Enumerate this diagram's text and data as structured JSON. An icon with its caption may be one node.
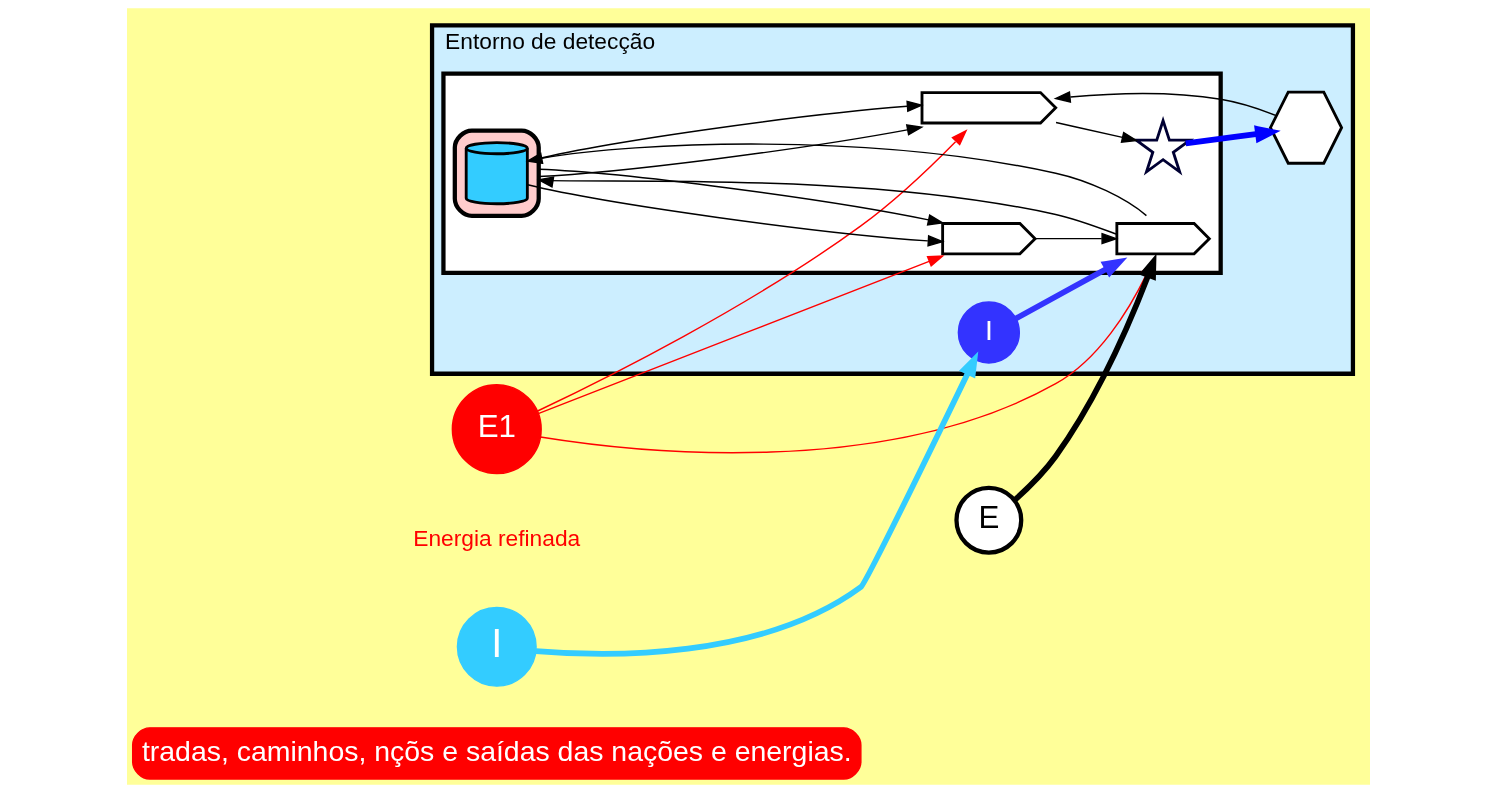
{
  "diagram": {
    "nodes": [
      {
        "text": [
          "tradas, caminhos, nçõs e saídas das nações e energias."
        ]
      },
      {
        "text": [
          "E1"
        ],
        "beside": [
          "Energia refinada"
        ]
      },
      {
        "text": [
          "I"
        ]
      },
      {
        "text": [
          "E"
        ]
      },
      {
        "text": [
          "Entorno de detecção"
        ]
      },
      {
        "text": [
          "I"
        ],
        "in": 4
      },
      {
        "text": [],
        "shape": "hexagon",
        "in": 4
      },
      {
        "text": [],
        "shape": "chevron",
        "in": 6
      },
      {
        "text": [],
        "shape": "chevron",
        "in": 6
      },
      {
        "text": [],
        "shape": "cylinder",
        "in": 6
      },
      {
        "text": [],
        "shape": "cylinder",
        "in": 9
      },
      {
        "text": [],
        "shape": "chevron",
        "in": 6
      },
      {
        "text": [],
        "shape": "star",
        "in": 6
      },
      {
        "text": [],
        "shape": "hexagon",
        "in": 4
      }
    ],
    "edges": [
      {
        "from": 1,
        "to": 8,
        "arrow": "to",
        "color": "#ff0000"
      },
      {
        "from": 1,
        "to": 7,
        "arrow": "to",
        "color": "#ff0000"
      },
      {
        "from": 1,
        "to": 11,
        "arrow": "to",
        "color": "#ff0000"
      },
      {
        "from": 2,
        "to": 5,
        "arrow": "to",
        "style": "thick",
        "color": "#33ccff"
      },
      {
        "from": 5,
        "to": 8,
        "arrow": "to",
        "style": "thick",
        "color": "#3333ff"
      },
      {
        "from": 3,
        "to": 8,
        "arrow": "to",
        "style": "thick"
      },
      {
        "from": 7,
        "to": 8,
        "arrow": "to"
      },
      {
        "from": 8,
        "to": 9,
        "arrow": "to"
      },
      {
        "from": 8,
        "to": 10,
        "arrow": "to"
      },
      {
        "from": 10,
        "to": 7,
        "arrow": "to"
      },
      {
        "from": 9,
        "to": 7,
        "arrow": "to"
      },
      {
        "from": 9,
        "to": 11,
        "arrow": "to"
      },
      {
        "from": 10,
        "to": 11,
        "arrow": "to"
      },
      {
        "from": 11,
        "to": 12,
        "arrow": "to"
      },
      {
        "from": 12,
        "to": 13,
        "arrow": "to",
        "style": "thick",
        "color": "#0000ff"
      },
      {
        "from": 13,
        "to": 11,
        "arrow": "to"
      }
    ]
  }
}
